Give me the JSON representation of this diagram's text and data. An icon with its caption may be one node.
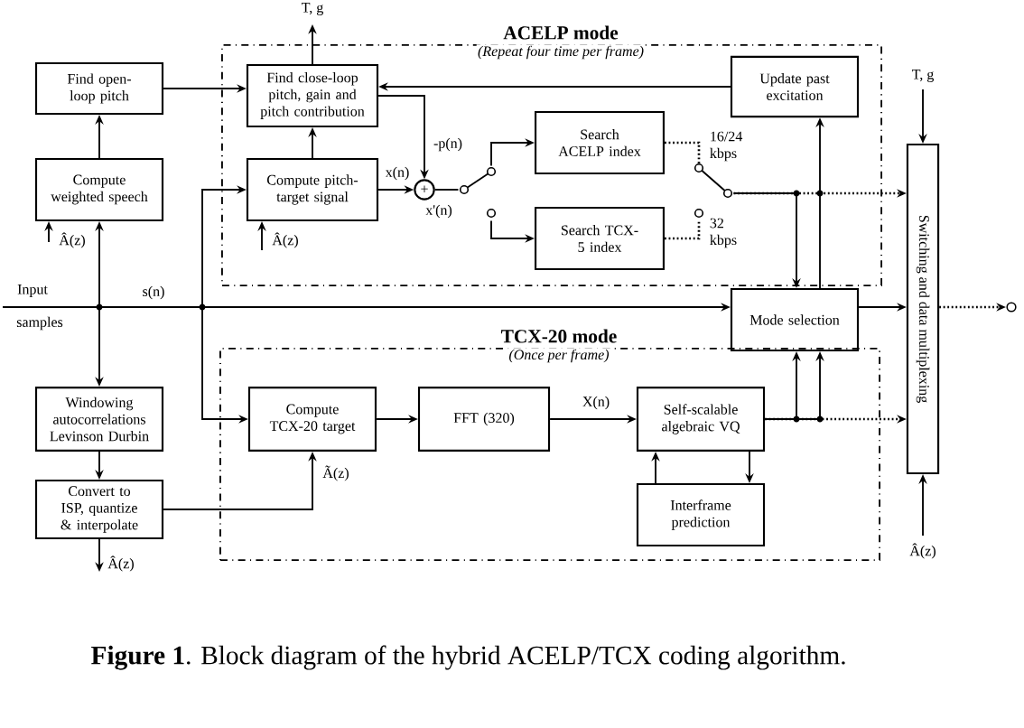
{
  "diagram": {
    "caption": "**Figure 1**. Block diagram of the hybrid ACELP/TCX coding algorithm.",
    "nodes": [
      {
        "text": [
          "ACELP mode",
          "(Repeat four time per frame)"
        ]
      },
      {
        "text": [
          "Find open-loop pitch"
        ]
      },
      {
        "text": [
          "Compute weighted speech"
        ]
      },
      {
        "text": [
          "Find close-loop pitch, gain and pitch contribution"
        ],
        "in": 0
      },
      {
        "text": [
          "Compute pitch-target signal"
        ],
        "in": 0
      },
      {
        "text": [
          "Search ACELP index"
        ],
        "in": 0
      },
      {
        "text": [
          "Search TCX-5 index"
        ],
        "in": 0
      },
      {
        "text": [
          "Update past excitation"
        ],
        "in": 0
      },
      {
        "text": [
          "+"
        ],
        "in": 0
      },
      {
        "text": [
          "Mode selection"
        ]
      },
      {
        "text": [
          "Switching and data multiplexing"
        ]
      },
      {
        "text": [
          "TCX-20 mode",
          "(Once per frame)"
        ]
      },
      {
        "text": [
          "Windowing autocorrelations Levinson Durbin"
        ]
      },
      {
        "text": [
          "Convert to ISP, quantize & interpolate"
        ]
      },
      {
        "text": [
          "Compute TCX-20 target"
        ],
        "in": 11
      },
      {
        "text": [
          "FFT (320)"
        ],
        "in": 11
      },
      {
        "text": [
          "Self-scalable algebraic VQ"
        ],
        "in": 11
      },
      {
        "text": [
          "Interframe prediction"
        ],
        "in": 11
      },
      {
        "text": [],
        "shape": "switch",
        "in": 0
      },
      {
        "text": [],
        "shape": "switch",
        "in": 0
      },
      {
        "text": [
          "Input",
          "samples"
        ]
      }
    ],
    "edges": [
      {
        "from": 2,
        "to": 1,
        "arrow": "to"
      },
      {
        "from": 1,
        "to": 3,
        "arrow": "to"
      },
      {
        "from": 4,
        "to": 3,
        "arrow": "to"
      },
      {
        "from": 3,
        "to": null,
        "arrow": "to",
        "label": "T, g"
      },
      {
        "from": null,
        "to": 2,
        "arrow": "to",
        "label": "Â(z)"
      },
      {
        "from": null,
        "to": 4,
        "arrow": "to",
        "label": "Â(z)"
      },
      {
        "from": 4,
        "to": 8,
        "arrow": "to",
        "label": "x(n)"
      },
      {
        "from": 3,
        "to": 8,
        "arrow": "to",
        "label": "-p(n)"
      },
      {
        "from": 8,
        "to": 18,
        "arrow": "none",
        "label": "x'(n)"
      },
      {
        "from": 18,
        "to": 5,
        "arrow": "to"
      },
      {
        "from": 18,
        "to": 6,
        "arrow": "to"
      },
      {
        "from": 5,
        "to": 19,
        "arrow": "none",
        "style": "dashed",
        "label": "16/24 kbps"
      },
      {
        "from": 6,
        "to": 19,
        "arrow": "none",
        "style": "dashed",
        "label": "32 kbps"
      },
      {
        "from": 19,
        "to": 10,
        "arrow": "to",
        "style": "dashed"
      },
      {
        "from": 19,
        "to": 9,
        "arrow": "to"
      },
      {
        "from": 9,
        "to": 7,
        "arrow": "to"
      },
      {
        "from": 7,
        "to": 3,
        "arrow": "to"
      },
      {
        "from": null,
        "to": 10,
        "arrow": "to",
        "label": "T, g"
      },
      {
        "from": 20,
        "to": 9,
        "arrow": "to",
        "label": "s(n)"
      },
      {
        "from": 20,
        "to": 2,
        "arrow": "to"
      },
      {
        "from": 20,
        "to": 12,
        "arrow": "to"
      },
      {
        "from": 20,
        "to": 4,
        "arrow": "to"
      },
      {
        "from": 20,
        "to": 14,
        "arrow": "to"
      },
      {
        "from": 9,
        "to": 10,
        "arrow": "to"
      },
      {
        "from": 10,
        "to": null,
        "arrow": "to",
        "style": "dashed"
      },
      {
        "from": 12,
        "to": 13,
        "arrow": "to"
      },
      {
        "from": 13,
        "to": 14,
        "arrow": "to",
        "label": "Ã(z)"
      },
      {
        "from": 13,
        "to": null,
        "arrow": "to",
        "label": "Â(z)"
      },
      {
        "from": 14,
        "to": 15,
        "arrow": "to"
      },
      {
        "from": 15,
        "to": 16,
        "arrow": "to",
        "label": "X(n)"
      },
      {
        "from": 16,
        "to": 10,
        "arrow": "to",
        "style": "dashed"
      },
      {
        "from": 16,
        "to": 9,
        "arrow": "to"
      },
      {
        "from": 16,
        "to": 9,
        "arrow": "to"
      },
      {
        "from": 16,
        "to": 17,
        "arrow": "to"
      },
      {
        "from": 17,
        "to": 16,
        "arrow": "to"
      },
      {
        "from": null,
        "to": 10,
        "arrow": "to",
        "label": "Â(z)"
      }
    ]
  }
}
